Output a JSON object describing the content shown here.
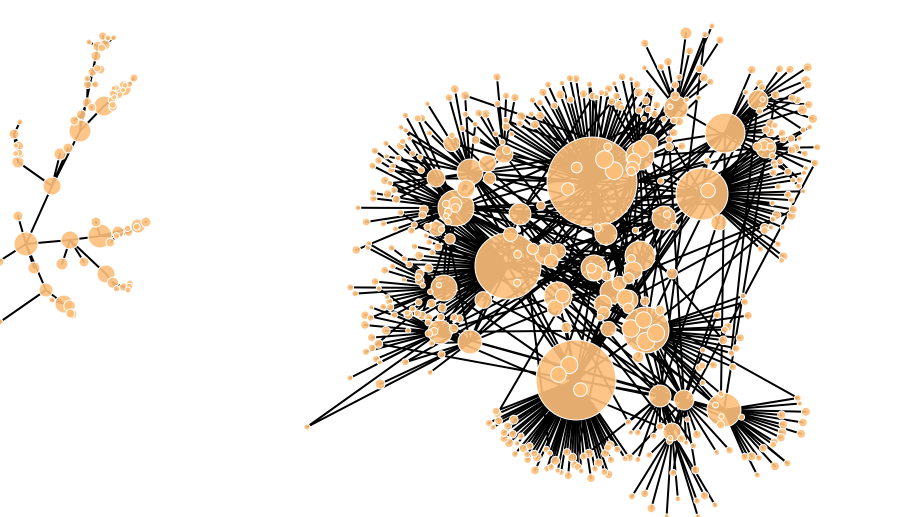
{
  "colors": {
    "background": "#ffffff",
    "edge": "#000000",
    "node_fill": "#fdc07b",
    "node_fill_opacity": 0.9,
    "node_stroke": "#ffffff"
  },
  "graph": {
    "type": "force-directed network",
    "components": 2,
    "labels_visible": false
  }
}
